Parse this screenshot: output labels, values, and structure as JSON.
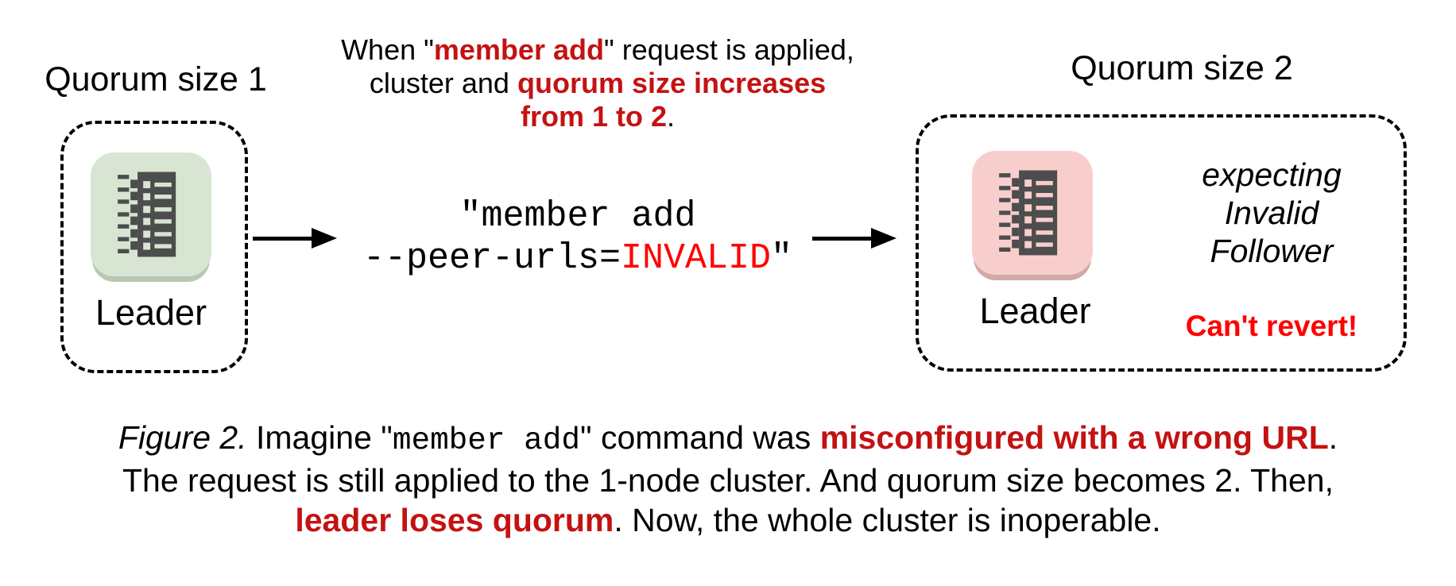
{
  "left_cluster": {
    "heading": "Quorum size 1",
    "node_label": "Leader"
  },
  "right_cluster": {
    "heading": "Quorum size 2",
    "node_label": "Leader",
    "expecting_lines": [
      "expecting",
      "Invalid",
      "Follower"
    ],
    "warning": "Can't revert!"
  },
  "top_note": {
    "l1_pre": "When \"",
    "l1_em": "member add",
    "l1_post": "\" request is applied,",
    "l2_pre": "cluster and ",
    "l2_em": "quorum size increases",
    "l3_em": "from 1 to 2",
    "l3_post": "."
  },
  "command": {
    "line1": "\"member add",
    "l2_pre": "--peer-urls=",
    "l2_invalid": "INVALID",
    "l2_post": "\""
  },
  "caption": {
    "fig_label": "Figure 2.",
    "l1_a": " Imagine \"",
    "l1_code": "member add",
    "l1_b": "\" command was ",
    "l1_em": "misconfigured with a wrong URL",
    "l1_c": ".",
    "l2": "The request is still applied to the 1-node cluster. And quorum size becomes 2. Then,",
    "l3_em": "leader loses quorum",
    "l3_b": ". Now, the whole cluster is inoperable."
  },
  "icons": {
    "node_glyph": "server-log-icon",
    "connector": "flow-arrow-icon"
  },
  "colors": {
    "dark_red": "#c41212",
    "bright_red": "#ff0000",
    "green_node": "#d8e5d2",
    "pink_node": "#f8cecc",
    "glyph": "#4d4d4d"
  }
}
